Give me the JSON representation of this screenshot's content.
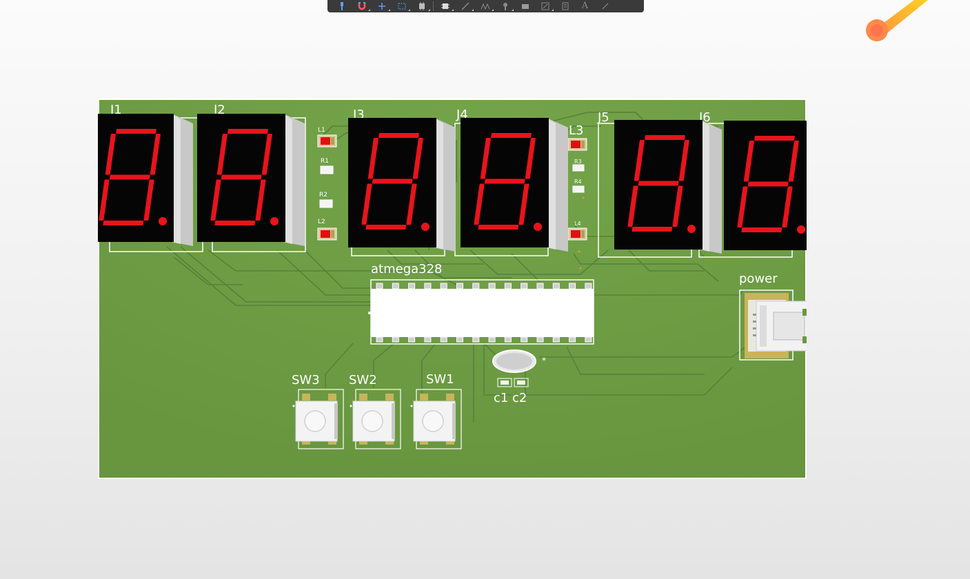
{
  "toolbar": {
    "buttons": [
      {
        "icon": "pin-icon",
        "state": "active"
      },
      {
        "icon": "magnet-icon",
        "state": "active"
      },
      {
        "icon": "crosshair-icon",
        "state": "active"
      },
      {
        "icon": "select-rect-icon",
        "state": "active"
      },
      {
        "icon": "component-icon",
        "state": "normal"
      },
      {
        "icon": "chip-icon",
        "state": "normal"
      },
      {
        "icon": "route-icon",
        "state": "dim"
      },
      {
        "icon": "net-icon",
        "state": "dim"
      },
      {
        "icon": "via-icon",
        "state": "dim"
      },
      {
        "icon": "fill-icon",
        "state": "dim"
      },
      {
        "icon": "edit-icon",
        "state": "dim"
      },
      {
        "icon": "dimension-icon",
        "state": "dim"
      },
      {
        "icon": "text-icon",
        "state": "dim"
      },
      {
        "icon": "line-icon",
        "state": "dim"
      }
    ],
    "text_glyph": "A"
  },
  "board": {
    "color": "#6a9840",
    "designators": {
      "j1": "J1",
      "j2": "J2",
      "j3": "J3",
      "j4": "J4",
      "j5": "J5",
      "j6": "J6",
      "l1": "L1",
      "l2": "L2",
      "l3": "L3",
      "l4": "L4",
      "r1": "R1",
      "r2": "R2",
      "r3": "R3",
      "r4": "R4",
      "mcu": "atmega328",
      "power": "power",
      "sw1": "SW1",
      "sw2": "SW2",
      "sw3": "SW3",
      "c1": "c1",
      "c2": "c2"
    },
    "segment_color": "#e8141c",
    "led_color": "#e01010"
  }
}
